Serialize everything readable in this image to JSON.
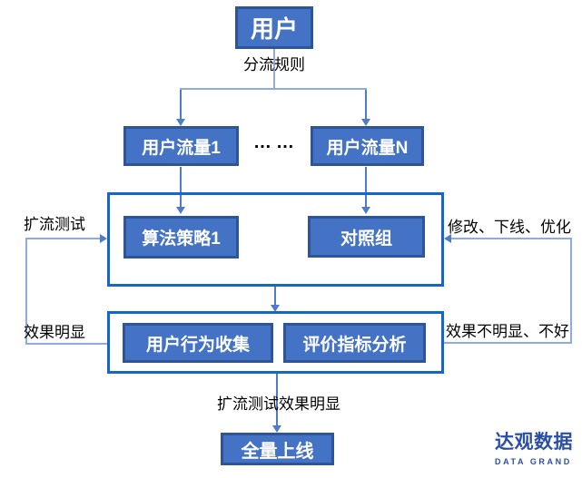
{
  "colors": {
    "node-fill": "#4472C4",
    "node-border": "#2E5597",
    "container-border": "#1467C8",
    "line-light": "#8FAADC",
    "line-strong": "#4E7CCB",
    "label-color": "#000000",
    "logo-blue": "#2B4FA5"
  },
  "nodes": {
    "user": "用户",
    "flow1": "用户流量1",
    "flowN": "用户流量N",
    "algo1": "算法策略1",
    "control": "对照组",
    "behavior": "用户行为收集",
    "metrics": "评价指标分析",
    "launch": "全量上线"
  },
  "edge_labels": {
    "split_rule": "分流规则",
    "ellipsis": "……",
    "expand_test": "扩流测试",
    "effect_obvious": "效果明显",
    "modify_offline_optimize": "修改、下线、优化",
    "effect_not_obvious": "效果不明显、不好",
    "expand_test_effect": "扩流测试效果明显"
  },
  "logo": {
    "cn": "达观数据",
    "en": "DATA GRAND"
  }
}
